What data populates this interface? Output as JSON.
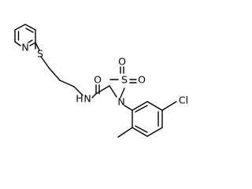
{
  "molecule": {
    "labels": {
      "pyridine_n": "N",
      "thioether_s": "S",
      "amide_nh": "N",
      "amide_h": "H",
      "carbonyl_o": "O",
      "sulfonamide_n": "N",
      "sulfonyl_s": "S",
      "sulfonyl_o1": "O",
      "sulfonyl_o2": "O",
      "chlorine": "Cl"
    },
    "atom_colors": {
      "all": "#000000"
    }
  }
}
